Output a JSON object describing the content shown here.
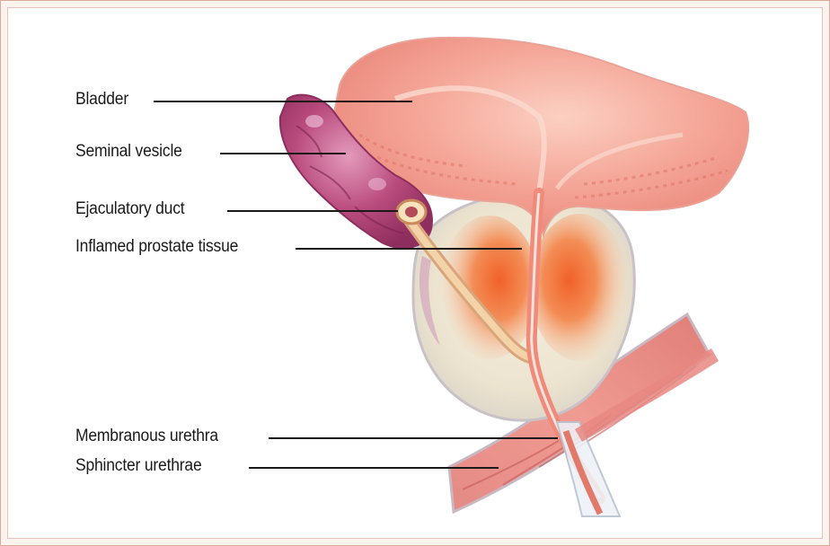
{
  "labels": {
    "bladder": "Bladder",
    "seminal_vesicle": "Seminal vesicle",
    "ejaculatory_duct": "Ejaculatory duct",
    "inflamed_prostate": "Inflamed prostate tissue",
    "membranous_urethra": "Membranous urethra",
    "sphincter_urethrae": "Sphincter urethrae"
  },
  "colors": {
    "frame_border": "#d9a99a",
    "bladder": "#f2a59a",
    "seminal_vesicle": "#b5467a",
    "prostate_inflamed": "#ee6a3a",
    "prostate_capsule": "#efe6d2",
    "urethra": "#f08a7a",
    "sphincter": "#e67f76"
  }
}
